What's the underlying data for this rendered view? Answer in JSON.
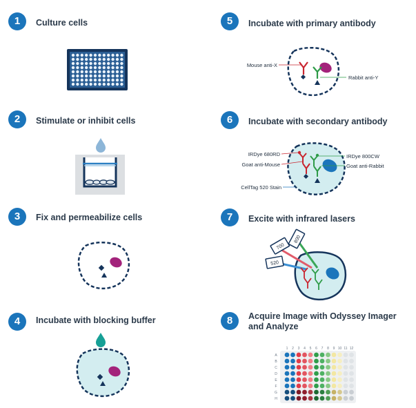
{
  "steps": [
    {
      "num": "1",
      "title": "Culture cells"
    },
    {
      "num": "2",
      "title": "Stimulate or inhibit cells"
    },
    {
      "num": "3",
      "title": "Fix and permeabilize cells"
    },
    {
      "num": "4",
      "title": "Incubate with blocking buffer"
    },
    {
      "num": "5",
      "title": "Incubate with primary antibody"
    },
    {
      "num": "6",
      "title": "Incubate with secondary antibody"
    },
    {
      "num": "7",
      "title": "Excite with infrared lasers"
    },
    {
      "num": "8",
      "title": "Acquire Image with Odyssey Imager and Analyze"
    }
  ],
  "step5_labels": {
    "left": "Mouse anti-X",
    "right": "Rabbit anti-Y"
  },
  "step6_labels": {
    "irdye680": "IRDye 680RD",
    "goat_mouse": "Goat anti-Mouse",
    "irdye800": "IRDye 800CW",
    "goat_rabbit": "Goat anti-Rabbit",
    "celltag": "CellTag 520 Stain"
  },
  "step7_lasers": [
    "700",
    "800",
    "520"
  ],
  "plate": {
    "cols": [
      "1",
      "2",
      "3",
      "4",
      "5",
      "6",
      "7",
      "8",
      "9",
      "10",
      "11",
      "12"
    ],
    "rows": [
      "A",
      "B",
      "C",
      "D",
      "E",
      "F",
      "G",
      "H"
    ]
  },
  "colors": {
    "brand_blue": "#1b75bb",
    "navy": "#15345b",
    "cell_fill": "#d3edf0",
    "magenta": "#a3237b",
    "red_antibody": "#d6303b",
    "green_antibody": "#2e9b48",
    "teal_drop": "#17a096"
  }
}
